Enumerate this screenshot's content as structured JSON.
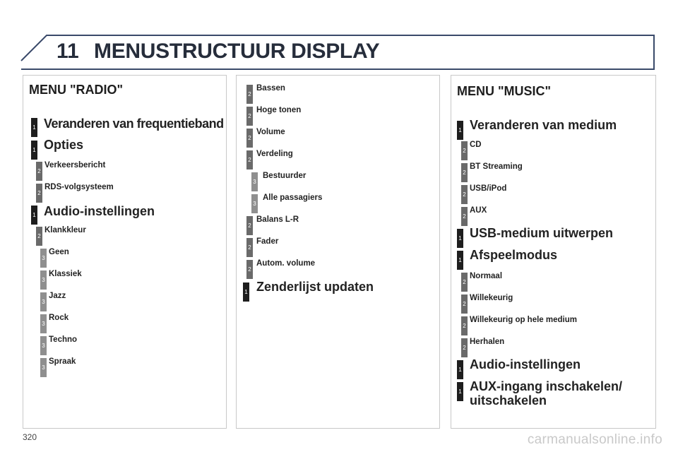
{
  "header": {
    "chapter": "11",
    "title": "MENUSTRUCTUUR DISPLAY"
  },
  "radio": {
    "title": "MENU \"RADIO\"",
    "items": [
      {
        "level": "1",
        "label": "Veranderen van frequentieband"
      },
      {
        "level": "1",
        "label": "Opties"
      },
      {
        "level": "2",
        "label": "Verkeersbericht"
      },
      {
        "level": "2",
        "label": "RDS-volgsysteem"
      },
      {
        "level": "1",
        "label": "Audio-instellingen"
      },
      {
        "level": "2",
        "label": "Klankkleur"
      },
      {
        "level": "3",
        "label": "Geen"
      },
      {
        "level": "3",
        "label": "Klassiek"
      },
      {
        "level": "3",
        "label": "Jazz"
      },
      {
        "level": "3",
        "label": "Rock"
      },
      {
        "level": "3",
        "label": "Techno"
      },
      {
        "level": "3",
        "label": "Spraak"
      }
    ]
  },
  "audio": {
    "items": [
      {
        "level": "2",
        "label": "Bassen"
      },
      {
        "level": "2",
        "label": "Hoge tonen"
      },
      {
        "level": "2",
        "label": "Volume"
      },
      {
        "level": "2",
        "label": "Verdeling"
      },
      {
        "level": "3",
        "label": "Bestuurder"
      },
      {
        "level": "3",
        "label": "Alle passagiers"
      },
      {
        "level": "2",
        "label": "Balans L-R"
      },
      {
        "level": "2",
        "label": "Fader"
      },
      {
        "level": "2",
        "label": "Autom. volume"
      },
      {
        "level": "1",
        "label": "Zenderlijst updaten"
      }
    ]
  },
  "music": {
    "title": "MENU \"MUSIC\"",
    "items": [
      {
        "level": "1",
        "label": "Veranderen van medium"
      },
      {
        "level": "2",
        "label": "CD"
      },
      {
        "level": "2",
        "label": "BT Streaming"
      },
      {
        "level": "2",
        "label": "USB/iPod"
      },
      {
        "level": "2",
        "label": "AUX"
      },
      {
        "level": "1",
        "label": "USB-medium uitwerpen"
      },
      {
        "level": "1",
        "label": "Afspeelmodus"
      },
      {
        "level": "2",
        "label": "Normaal"
      },
      {
        "level": "2",
        "label": "Willekeurig"
      },
      {
        "level": "2",
        "label": "Willekeurig op hele medium"
      },
      {
        "level": "2",
        "label": "Herhalen"
      },
      {
        "level": "1",
        "label": "Audio-instellingen"
      },
      {
        "level": "1",
        "label": "AUX-ingang inschakelen/",
        "continuation": "uitschakelen"
      }
    ]
  },
  "footer": {
    "page_number": "320",
    "watermark": "carmanualsonline.info"
  },
  "colors": {
    "title": "#262d3b",
    "frame": "#3a4a6a",
    "level1": "#1e1e1e",
    "level2": "#6a6a6a",
    "level3": "#8f8f8f"
  }
}
